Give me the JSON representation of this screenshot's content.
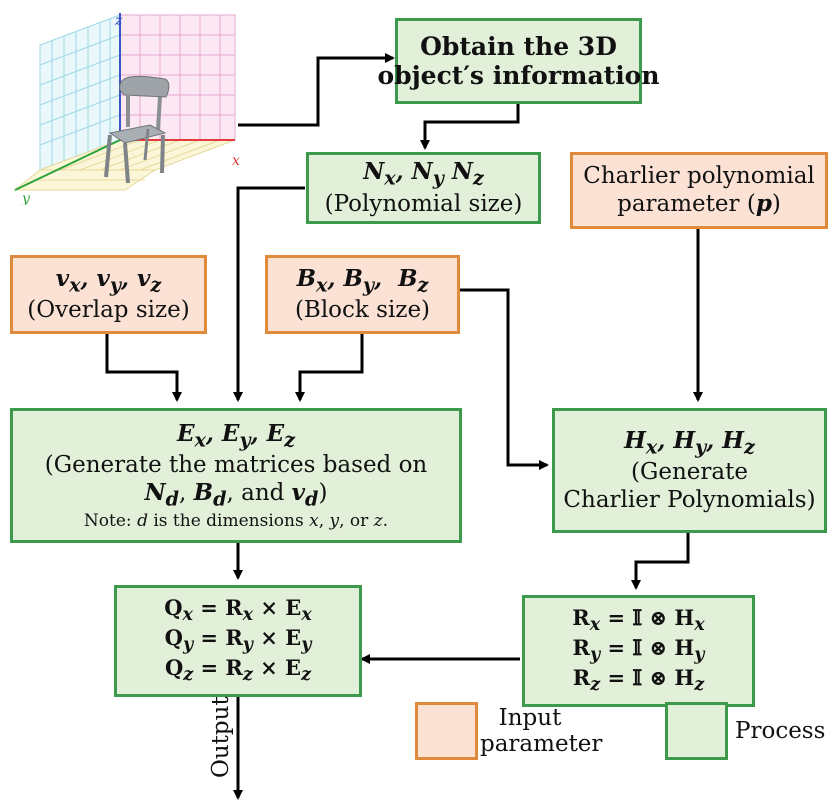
{
  "boxes": {
    "obtain": {
      "line1": "Obtain the 3D",
      "line2": "object′s information"
    },
    "poly_size": {
      "vars": "N_x, N_y N_z",
      "label": "(Polynomial size)"
    },
    "charlier_param": {
      "line1": "Charlier polynomial",
      "line2": "parameter (p)"
    },
    "overlap": {
      "vars": "v_x, v_y, v_z",
      "label": "(Overlap size)"
    },
    "block": {
      "vars": "B_x, B_y, B_z",
      "label": "(Block size)"
    },
    "matrices": {
      "vars": "E_x, E_y, E_z",
      "line1": "(Generate the matrices based on",
      "line2": "N_d, B_d, and v_d)",
      "note": "Note: d is the dimensions x, y, or z."
    },
    "charlier_gen": {
      "vars": "H_x, H_y, H_z",
      "line1": "(Generate",
      "line2": "Charlier Polynomials)"
    },
    "q": {
      "l1": "Q_x = R_x × E_x",
      "l2": "Q_y = R_y × E_y",
      "l3": "Q_z = R_z × E_z"
    },
    "r": {
      "l1": "R_x = 𝕀 ⊗ H_x",
      "l2": "R_y = 𝕀 ⊗ H_y",
      "l3": "R_z = 𝕀 ⊗ H_z"
    }
  },
  "axis_labels": {
    "x": "x",
    "y": "y",
    "z": "z"
  },
  "output_label": "Output",
  "legend": {
    "input": "Input\nparameter",
    "input_l1": "Input",
    "input_l2": "parameter",
    "process": "Process"
  },
  "colors": {
    "process_fill": "#e2efd9",
    "process_border": "#3d9a4c",
    "input_fill": "#fbe2d5",
    "input_border": "#e08a3c"
  }
}
